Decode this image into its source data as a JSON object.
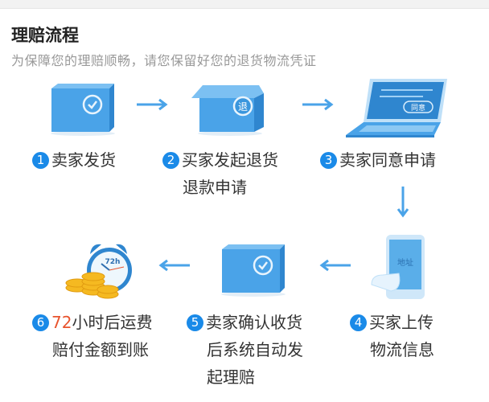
{
  "header": {
    "title": "理赔流程",
    "subtitle": "为保障您的理赔顺畅，请您保留好您的退货物流凭证"
  },
  "colors": {
    "accent": "#1a8ae8",
    "icon": "#4aa3e8",
    "highlight": "#e8542e"
  },
  "steps": [
    {
      "num": "1",
      "line1": "卖家发货",
      "icon": "box-check-icon"
    },
    {
      "num": "2",
      "line1": "买家发起退货",
      "line2": "退款申请",
      "icon": "open-box-return-icon",
      "icon_text": "退"
    },
    {
      "num": "3",
      "line1": "卖家同意申请",
      "icon": "laptop-icon",
      "icon_text": "同意"
    },
    {
      "num": "4",
      "line1": "买家上传",
      "line2": "物流信息",
      "icon": "phone-receipt-icon",
      "icon_text": "地址"
    },
    {
      "num": "5",
      "line1": "卖家确认收货",
      "line2": "后系统自动发",
      "line3": "起理赔",
      "icon": "box-check-icon"
    },
    {
      "num": "6",
      "highlight": "72",
      "line1": "小时后运费",
      "line2": "赔付金额到账",
      "icon": "alarm-clock-coins-icon",
      "icon_text": "72h"
    }
  ]
}
